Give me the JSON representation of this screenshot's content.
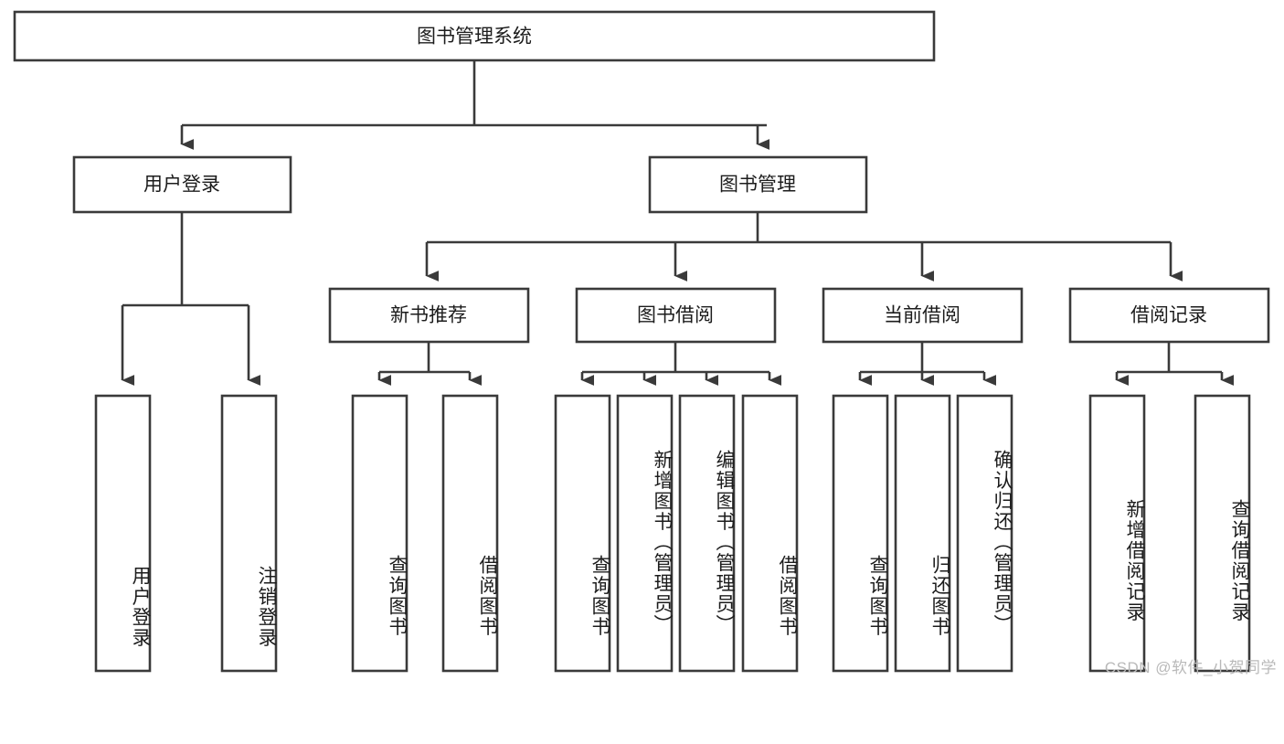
{
  "diagram": {
    "title": "图书管理系统",
    "type": "tree-hierarchy-chart",
    "root": {
      "label": "图书管理系统"
    },
    "level2": [
      {
        "label": "用户登录"
      },
      {
        "label": "图书管理"
      }
    ],
    "level3": [
      {
        "label": "新书推荐"
      },
      {
        "label": "图书借阅"
      },
      {
        "label": "当前借阅"
      },
      {
        "label": "借阅记录"
      }
    ],
    "leaves": {
      "user_login": [
        {
          "label": "用户登录"
        },
        {
          "label": "注销登录"
        }
      ],
      "new_book_recommend": [
        {
          "label": "查询图书"
        },
        {
          "label": "借阅图书"
        }
      ],
      "book_borrow": [
        {
          "label": "查询图书"
        },
        {
          "label": "新增图书（管理员）"
        },
        {
          "label": "编辑图书（管理员）"
        },
        {
          "label": "借阅图书"
        }
      ],
      "current_borrow": [
        {
          "label": "查询图书"
        },
        {
          "label": "归还图书"
        },
        {
          "label": "确认归还（管理员）"
        }
      ],
      "borrow_record": [
        {
          "label": "新增借阅记录"
        },
        {
          "label": "查询借阅记录"
        }
      ]
    }
  },
  "watermark": {
    "text": "CSDN @软件_小贺同学"
  },
  "colors": {
    "stroke": "#3a3a3a",
    "text": "#1c1c1c",
    "background": "#ffffff",
    "watermark": "#b9b9b9"
  }
}
